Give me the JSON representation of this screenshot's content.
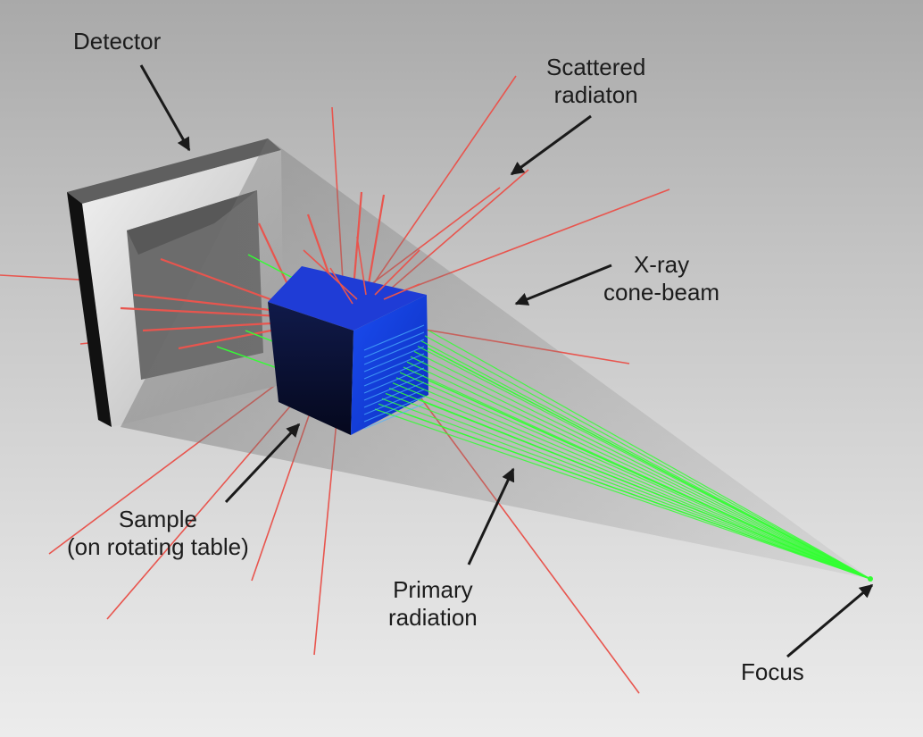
{
  "labels": {
    "detector": "Detector",
    "scattered": [
      "Scattered",
      "radiaton"
    ],
    "cone_beam": [
      "X-ray",
      "cone-beam"
    ],
    "sample": [
      "Sample",
      "(on rotating table)"
    ],
    "primary": [
      "Primary",
      "radiation"
    ],
    "focus": "Focus"
  },
  "colors": {
    "background_top": "#a9a9a9",
    "background_bottom": "#ececec",
    "scatter": "#e8554e",
    "primary": "#33ff33",
    "cube_front": "#0a0f35",
    "cube_top": "#1f3cd6",
    "cube_side": "#1444ee",
    "detector_frame": "#dcdcdc",
    "detector_edge": "#111111",
    "arrow": "#1a1a1a"
  }
}
